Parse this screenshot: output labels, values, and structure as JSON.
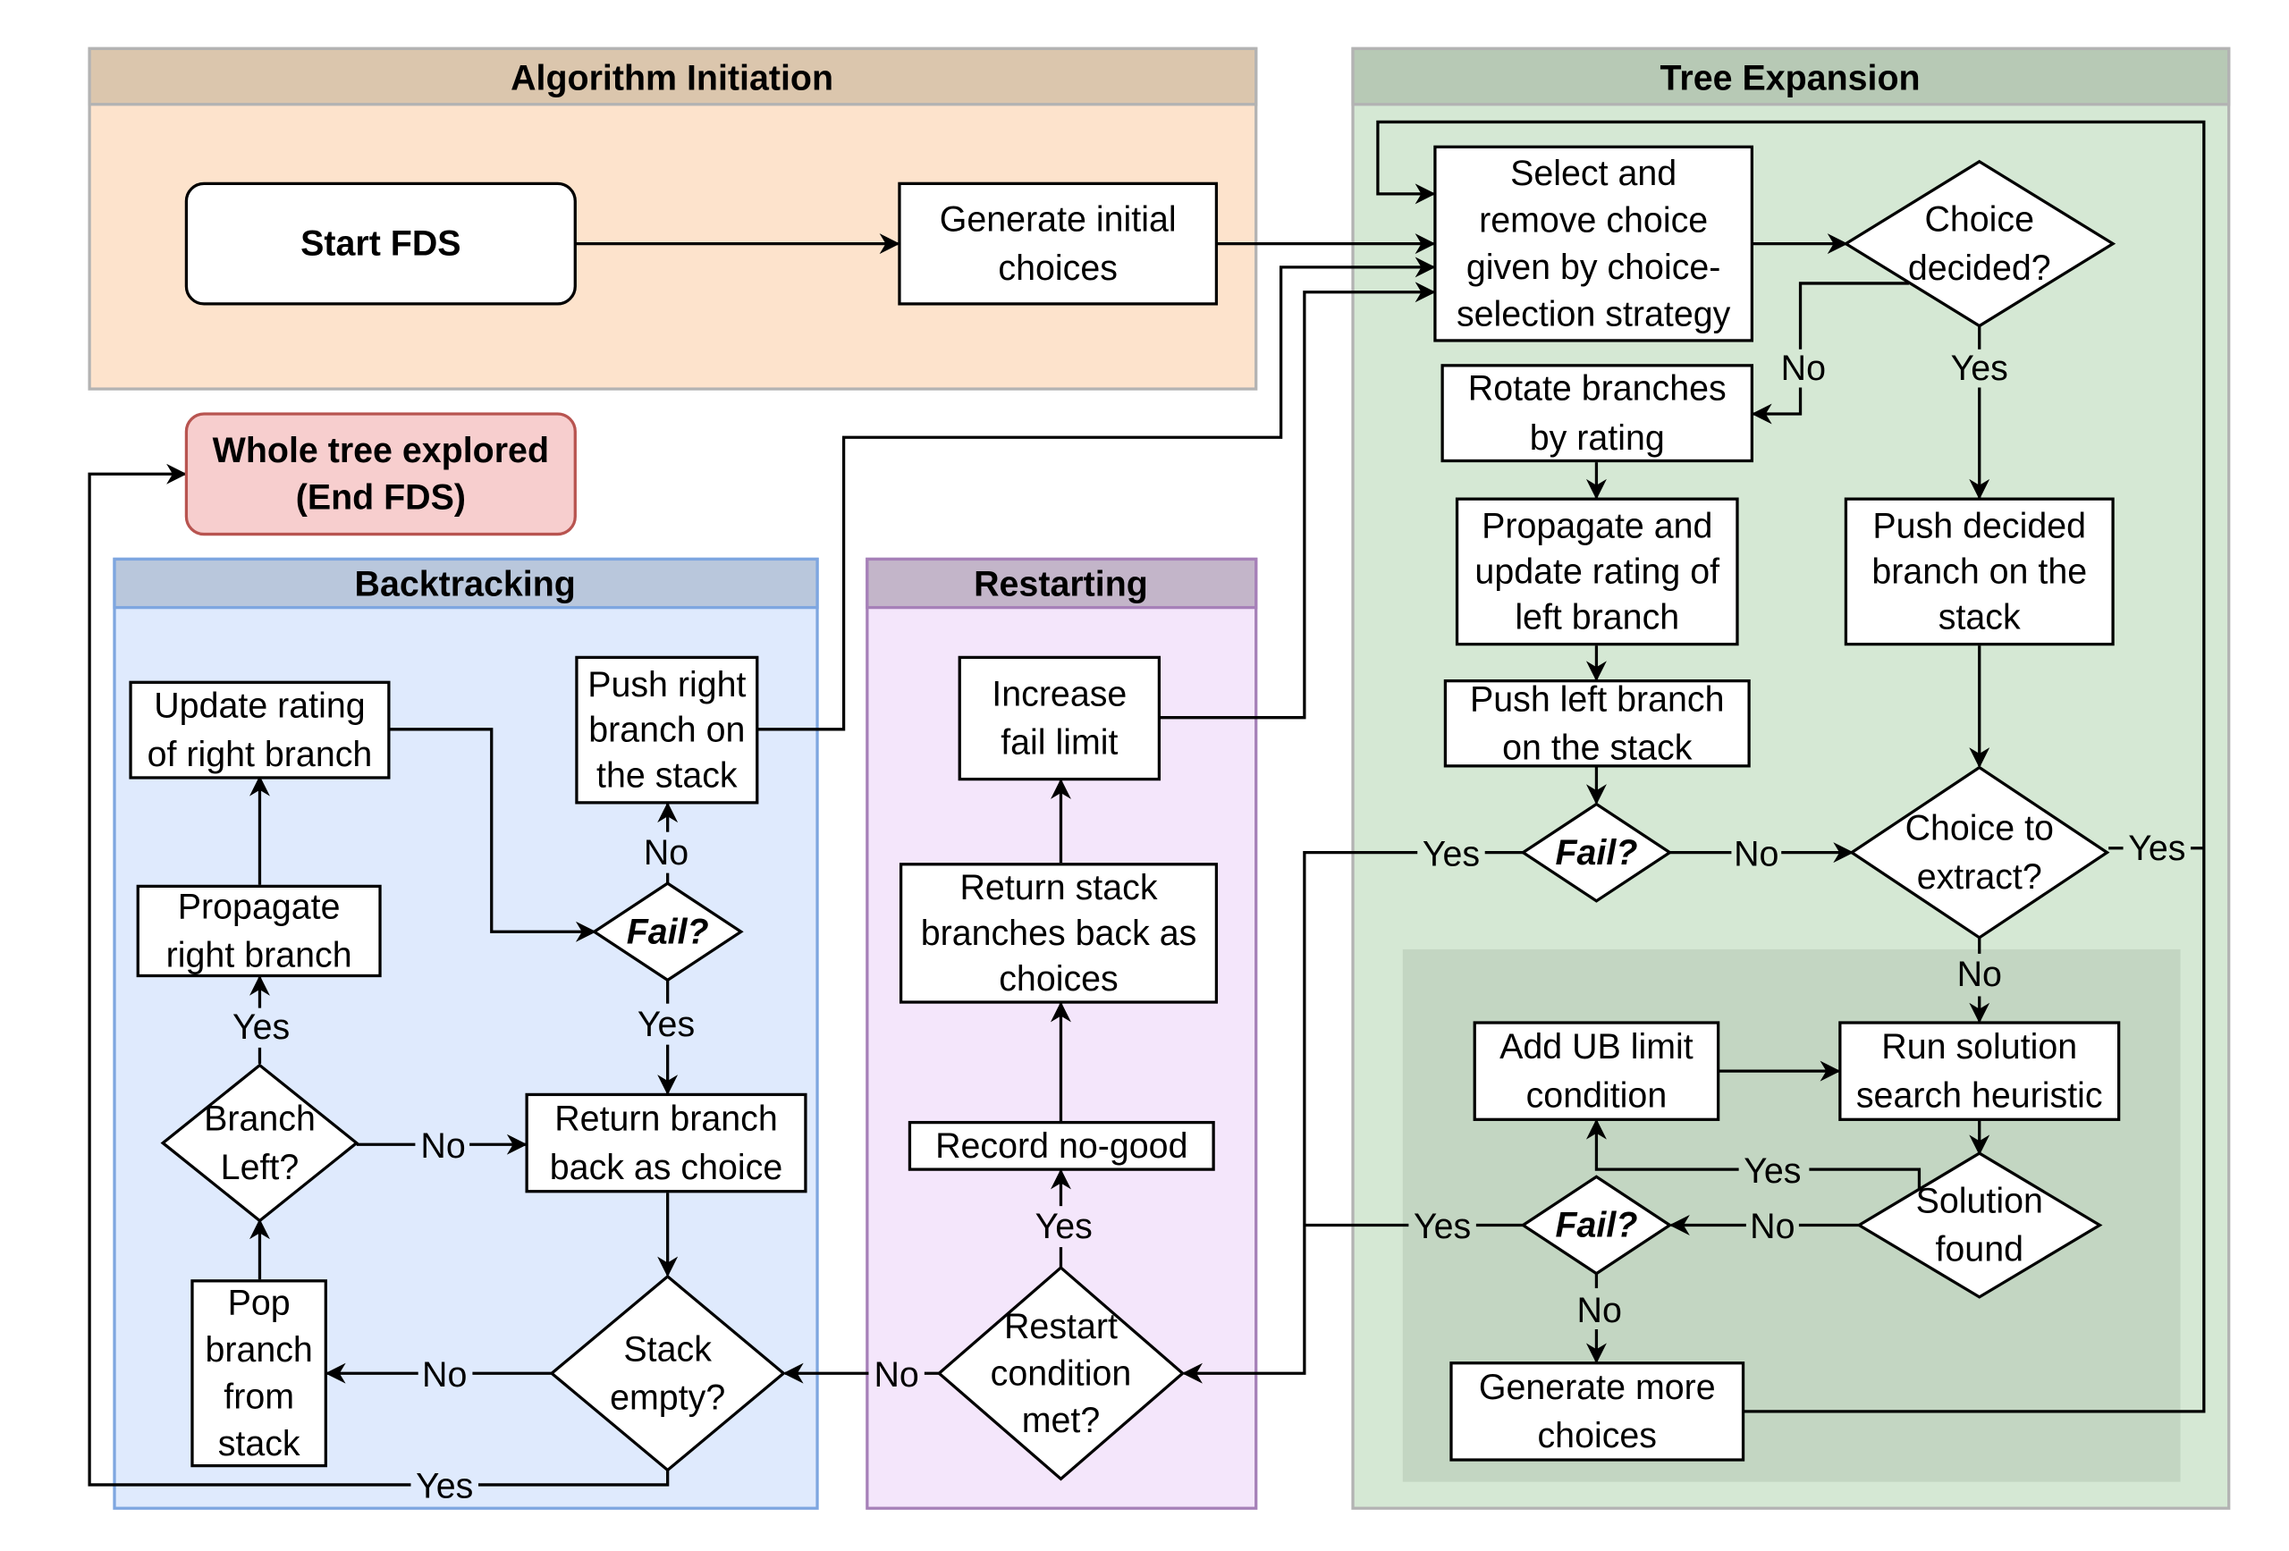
{
  "lanes": {
    "initiation": {
      "title": "Algorithm Initiation",
      "header_color": "#dbc6ad",
      "body_color": "#fde3cc"
    },
    "tree": {
      "title": "Tree Expansion",
      "header_color": "#b7c9b5",
      "body_color": "#d5e8d4",
      "inner_color": "#c3d6c2"
    },
    "backtracking": {
      "title": "Backtracking",
      "header_color": "#b9c7dc",
      "body_color": "#dfeafd"
    },
    "restarting": {
      "title": "Restarting",
      "header_color": "#c3b5c9",
      "body_color": "#f4e6fb"
    }
  },
  "nodes": {
    "start": [
      "Start FDS"
    ],
    "end": [
      "Whole tree explored",
      "(End FDS)"
    ],
    "end_color": "#f7cece",
    "gen_initial": [
      "Generate initial",
      "choices"
    ],
    "select": [
      "Select and",
      "remove choice",
      "given by choice-",
      "selection strategy"
    ],
    "choice_decided": [
      "Choice",
      "decided?"
    ],
    "rotate": [
      "Rotate branches",
      "by rating"
    ],
    "propagate_left": [
      "Propagate and",
      "update rating of",
      "left branch"
    ],
    "push_left": [
      "Push left branch",
      "on the stack"
    ],
    "fail_tree": [
      "Fail?"
    ],
    "push_decided": [
      "Push decided",
      "branch on the",
      "stack"
    ],
    "choice_extract": [
      "Choice to",
      "extract?"
    ],
    "add_ub": [
      "Add UB limit",
      "condition"
    ],
    "run_heuristic": [
      "Run solution",
      "search heuristic"
    ],
    "solution_found": [
      "Solution",
      "found"
    ],
    "fail_sol": [
      "Fail?"
    ],
    "gen_more": [
      "Generate more",
      "choices"
    ],
    "update_right": [
      "Update rating",
      "of right branch"
    ],
    "push_right": [
      "Push right",
      "branch on",
      "the stack"
    ],
    "fail_back": [
      "Fail?"
    ],
    "propagate_right": [
      "Propagate",
      "right branch"
    ],
    "branch_left": [
      "Branch",
      "Left?"
    ],
    "return_branch": [
      "Return branch",
      "back as choice"
    ],
    "pop": [
      "Pop",
      "branch",
      "from",
      "stack"
    ],
    "stack_empty": [
      "Stack",
      "empty?"
    ],
    "increase_fail": [
      "Increase",
      "fail limit"
    ],
    "return_stack": [
      "Return stack",
      "branches back as",
      "choices"
    ],
    "record_nogood": [
      "Record no-good"
    ],
    "restart_cond": [
      "Restart",
      "condition",
      "met?"
    ]
  },
  "edge_labels": {
    "yes": "Yes",
    "no": "No"
  }
}
